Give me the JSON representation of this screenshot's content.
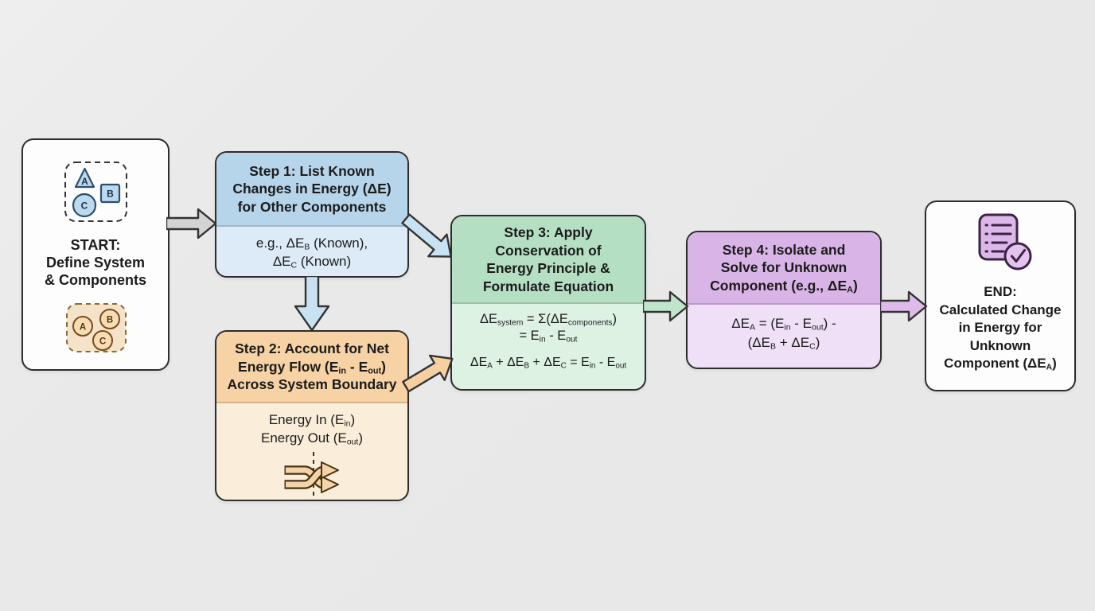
{
  "colors": {
    "canvas_bg": "#eaeaea",
    "border": "#2d2d2d",
    "text": "#1b1b1b",
    "step1_header": "#b7d5ea",
    "step1_body": "#dcebf7",
    "step2_header": "#f6d2a4",
    "step2_body": "#faeeda",
    "step3_header": "#b5dfc3",
    "step3_body": "#def2e4",
    "step4_header": "#d9b4e6",
    "step4_body": "#efdff7",
    "arrow_gray": "#d3d3d3",
    "arrow_blue": "#c9e2f2",
    "arrow_green": "#bfe6cc",
    "arrow_purple": "#dfbbec",
    "arrow_orange": "#f7d0a1"
  },
  "start": {
    "title_lines": [
      "START:",
      "Define System",
      "& Components"
    ],
    "components": {
      "a": "A",
      "b": "B",
      "c": "C"
    }
  },
  "step1": {
    "header_lines": [
      "Step 1: List Known",
      "Changes in Energy (ΔE)",
      "for Other Components"
    ],
    "body_lines": [
      [
        [
          "e.g., ΔE",
          0
        ],
        [
          "B",
          1
        ],
        [
          " (Known),",
          0
        ]
      ],
      [
        [
          "ΔE",
          0
        ],
        [
          "C",
          1
        ],
        [
          " (Known)",
          0
        ]
      ]
    ]
  },
  "step2": {
    "header_lines": [
      [
        [
          "Step 2: Account for Net",
          0
        ]
      ],
      [
        [
          "Energy Flow (E",
          0
        ],
        [
          "in",
          1
        ],
        [
          " - E",
          0
        ],
        [
          "out",
          1
        ],
        [
          ")",
          0
        ]
      ],
      [
        [
          "Across System Boundary",
          0
        ]
      ]
    ],
    "body_lines": [
      [
        [
          "Energy In (E",
          0
        ],
        [
          "in",
          1
        ],
        [
          ")",
          0
        ]
      ],
      [
        [
          "Energy Out (E",
          0
        ],
        [
          "out",
          1
        ],
        [
          ")",
          0
        ]
      ]
    ]
  },
  "step3": {
    "header_lines": [
      "Step 3: Apply",
      "Conservation of",
      "Energy Principle &",
      "Formulate Equation"
    ],
    "eq1_lines": [
      [
        [
          "ΔE",
          0
        ],
        [
          "system",
          1
        ],
        [
          " = Σ(ΔE",
          0
        ],
        [
          "components",
          1
        ],
        [
          ")",
          0
        ]
      ],
      [
        [
          "= E",
          0
        ],
        [
          "in",
          1
        ],
        [
          " - E",
          0
        ],
        [
          "out",
          1
        ]
      ]
    ],
    "eq2": [
      [
        "ΔE",
        0
      ],
      [
        "A",
        1
      ],
      [
        " + ΔE",
        0
      ],
      [
        "B",
        1
      ],
      [
        " + ΔE",
        0
      ],
      [
        "C",
        1
      ],
      [
        " = E",
        0
      ],
      [
        "in",
        1
      ],
      [
        " - E",
        0
      ],
      [
        "out",
        1
      ]
    ]
  },
  "step4": {
    "header_lines": [
      [
        [
          "Step 4: Isolate and",
          0
        ]
      ],
      [
        [
          "Solve for Unknown",
          0
        ]
      ],
      [
        [
          "Component (e.g., ΔE",
          0
        ],
        [
          "A",
          1
        ],
        [
          ")",
          0
        ]
      ]
    ],
    "body_lines": [
      [
        [
          "ΔE",
          0
        ],
        [
          "A",
          1
        ],
        [
          " = (E",
          0
        ],
        [
          "in",
          1
        ],
        [
          " - E",
          0
        ],
        [
          "out",
          1
        ],
        [
          ") -",
          0
        ]
      ],
      [
        [
          "(ΔE",
          0
        ],
        [
          "B",
          1
        ],
        [
          " + ΔE",
          0
        ],
        [
          "C",
          1
        ],
        [
          ")",
          0
        ]
      ]
    ]
  },
  "end": {
    "title_lines": [
      [
        [
          "END:",
          0
        ]
      ],
      [
        [
          "Calculated Change",
          0
        ]
      ],
      [
        [
          "in Energy for",
          0
        ]
      ],
      [
        [
          "Unknown",
          0
        ]
      ],
      [
        [
          "Component (ΔE",
          0
        ],
        [
          "A",
          1
        ],
        [
          ")",
          0
        ]
      ]
    ]
  }
}
